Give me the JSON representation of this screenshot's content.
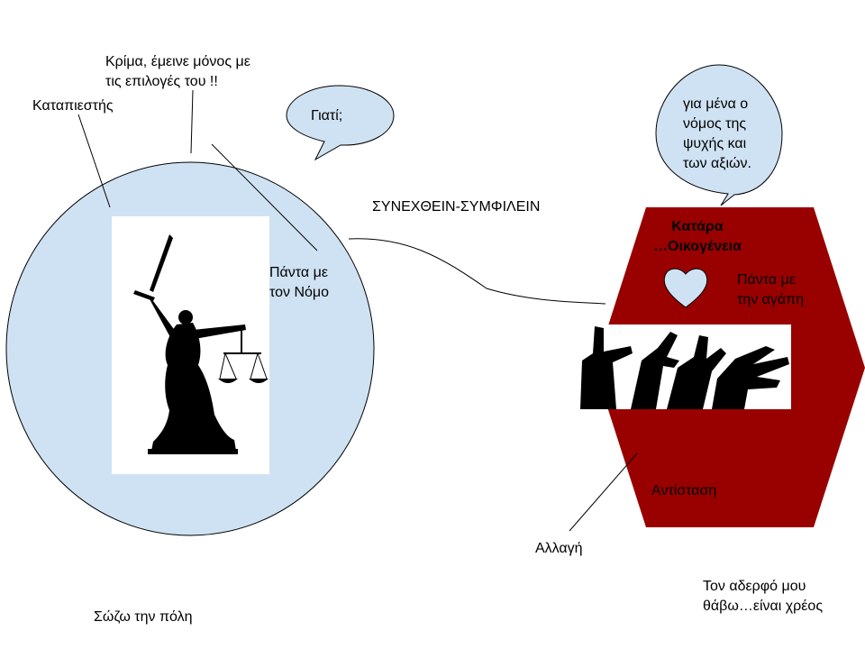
{
  "labels": {
    "oppressor": "Καταπιεστής",
    "pity": "Κρίμα, έμεινε μόνος με\nτις επιλογές του !!",
    "why": "Γιατί;",
    "law_of_soul": "για μένα ο\nνόμος της\nψυχής και\nτων αξιών.",
    "coexist": "ΣΥΝΕΧΘΕΙΝ-ΣΥΜΦΙΛΕΙΝ",
    "always_law": "Πάντα με\nτον Νόμο",
    "curse_family": "Κατάρα\n…Οικογένεια",
    "always_love": "Πάντα με\nτην αγάπη",
    "resistance": "Αντίσταση",
    "change": "Αλλαγή",
    "save_city": "Σώζω την πόλη",
    "bury_brother": "Τον αδερφό μου\nθάβω…είναι χρέος"
  },
  "colors": {
    "circle_fill": "#cfe2f3",
    "hexagon_fill": "#990000",
    "heart_fill": "#cfe2f3",
    "stroke": "#000000",
    "silhouette": "#000000"
  },
  "images": {
    "justice_statue": "statue-of-justice-silhouette",
    "hands_sign": "hands-forming-letters-silhouette"
  }
}
